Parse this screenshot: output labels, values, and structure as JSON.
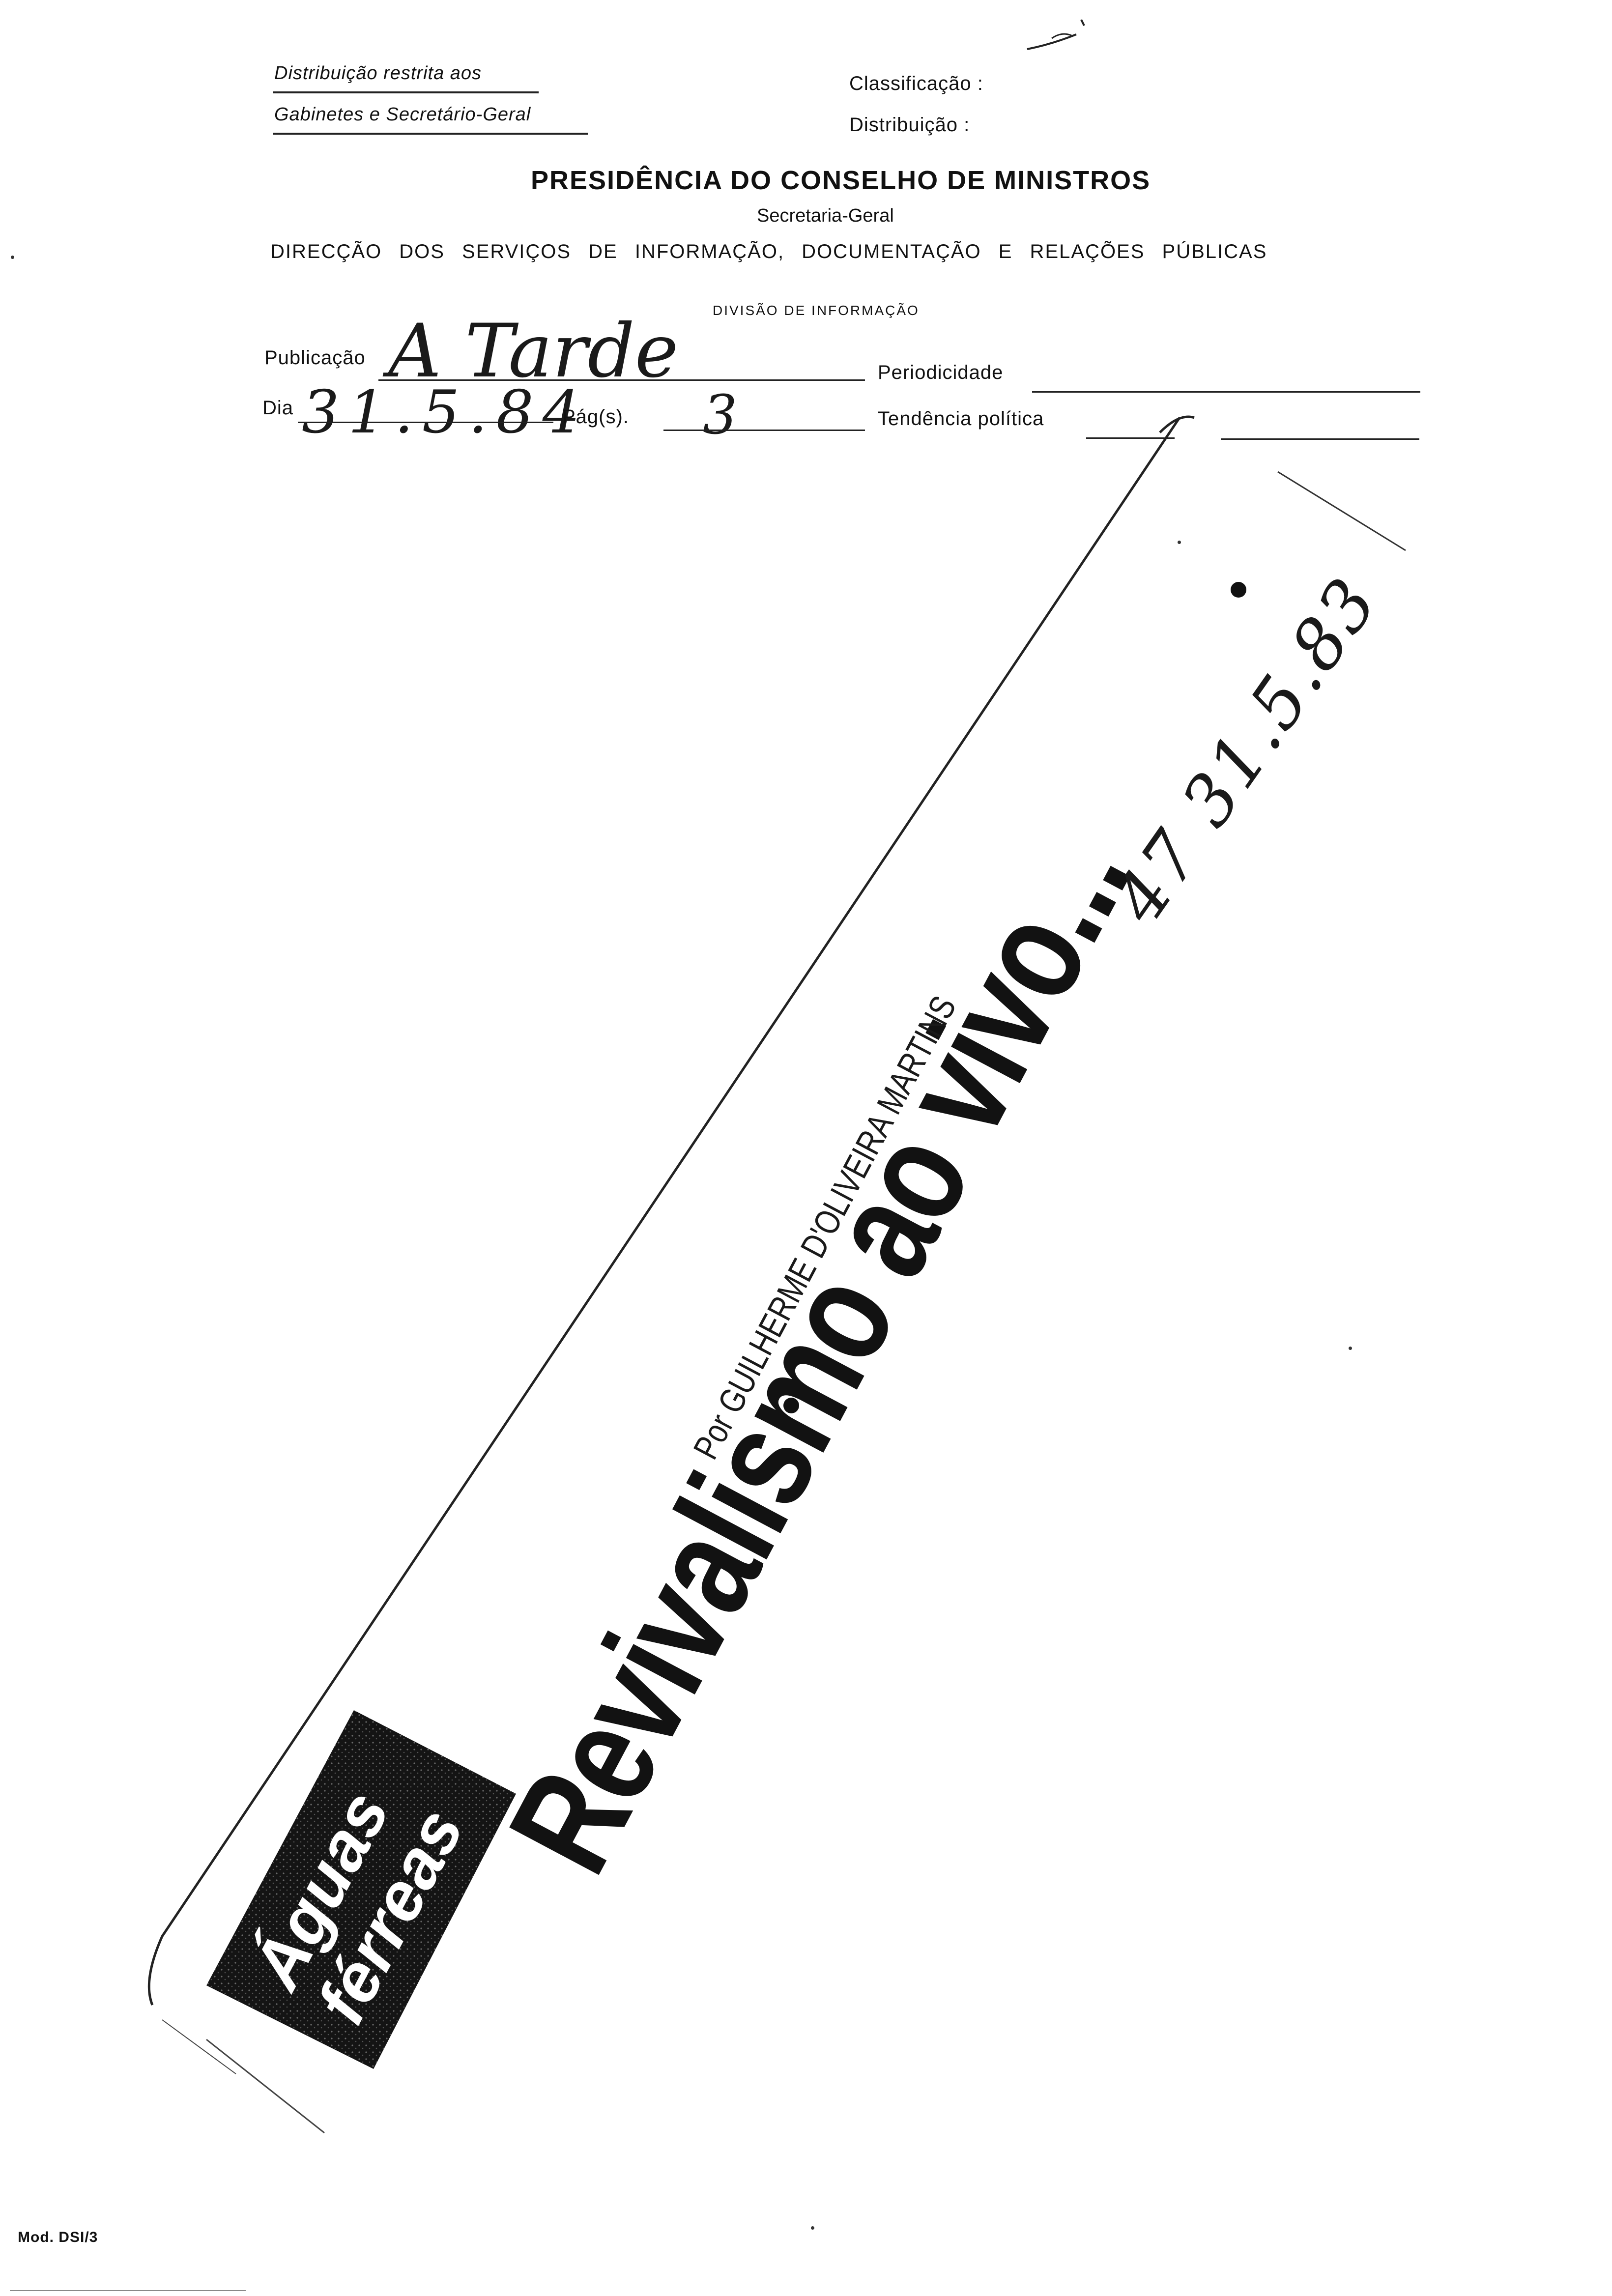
{
  "header": {
    "restriction_line1": "Distribuição restrita aos",
    "restriction_line2": "Gabinetes e Secretário-Geral",
    "classificacao_label": "Classificação :",
    "distribuicao_label": "Distribuição :",
    "institution": "PRESIDÊNCIA DO CONSELHO DE MINISTROS",
    "secretaria": "Secretaria-Geral",
    "direccao": "DIRECÇÃO DOS SERVIÇOS DE INFORMAÇÃO, DOCUMENTAÇÃO E RELAÇÕES PÚBLICAS",
    "divisao": "DIVISÃO DE INFORMAÇÃO"
  },
  "form": {
    "publicacao_label": "Publicação",
    "publicacao_value": "A Tarde",
    "periodicidade_label": "Periodicidade",
    "dia_label": "Dia",
    "dia_value": "31.5.84",
    "pags_label": "Pág(s).",
    "pags_value": "3",
    "tendencia_label": "Tendência política"
  },
  "clipping": {
    "section": "Águas férreas",
    "headline": "Revivalismo ao vivo...",
    "byline": "Por GUILHERME D'OLIVEIRA MARTINS",
    "handwritten_ref": "47 31.5.83"
  },
  "footer": {
    "form_code": "Mod. DSI/3"
  }
}
